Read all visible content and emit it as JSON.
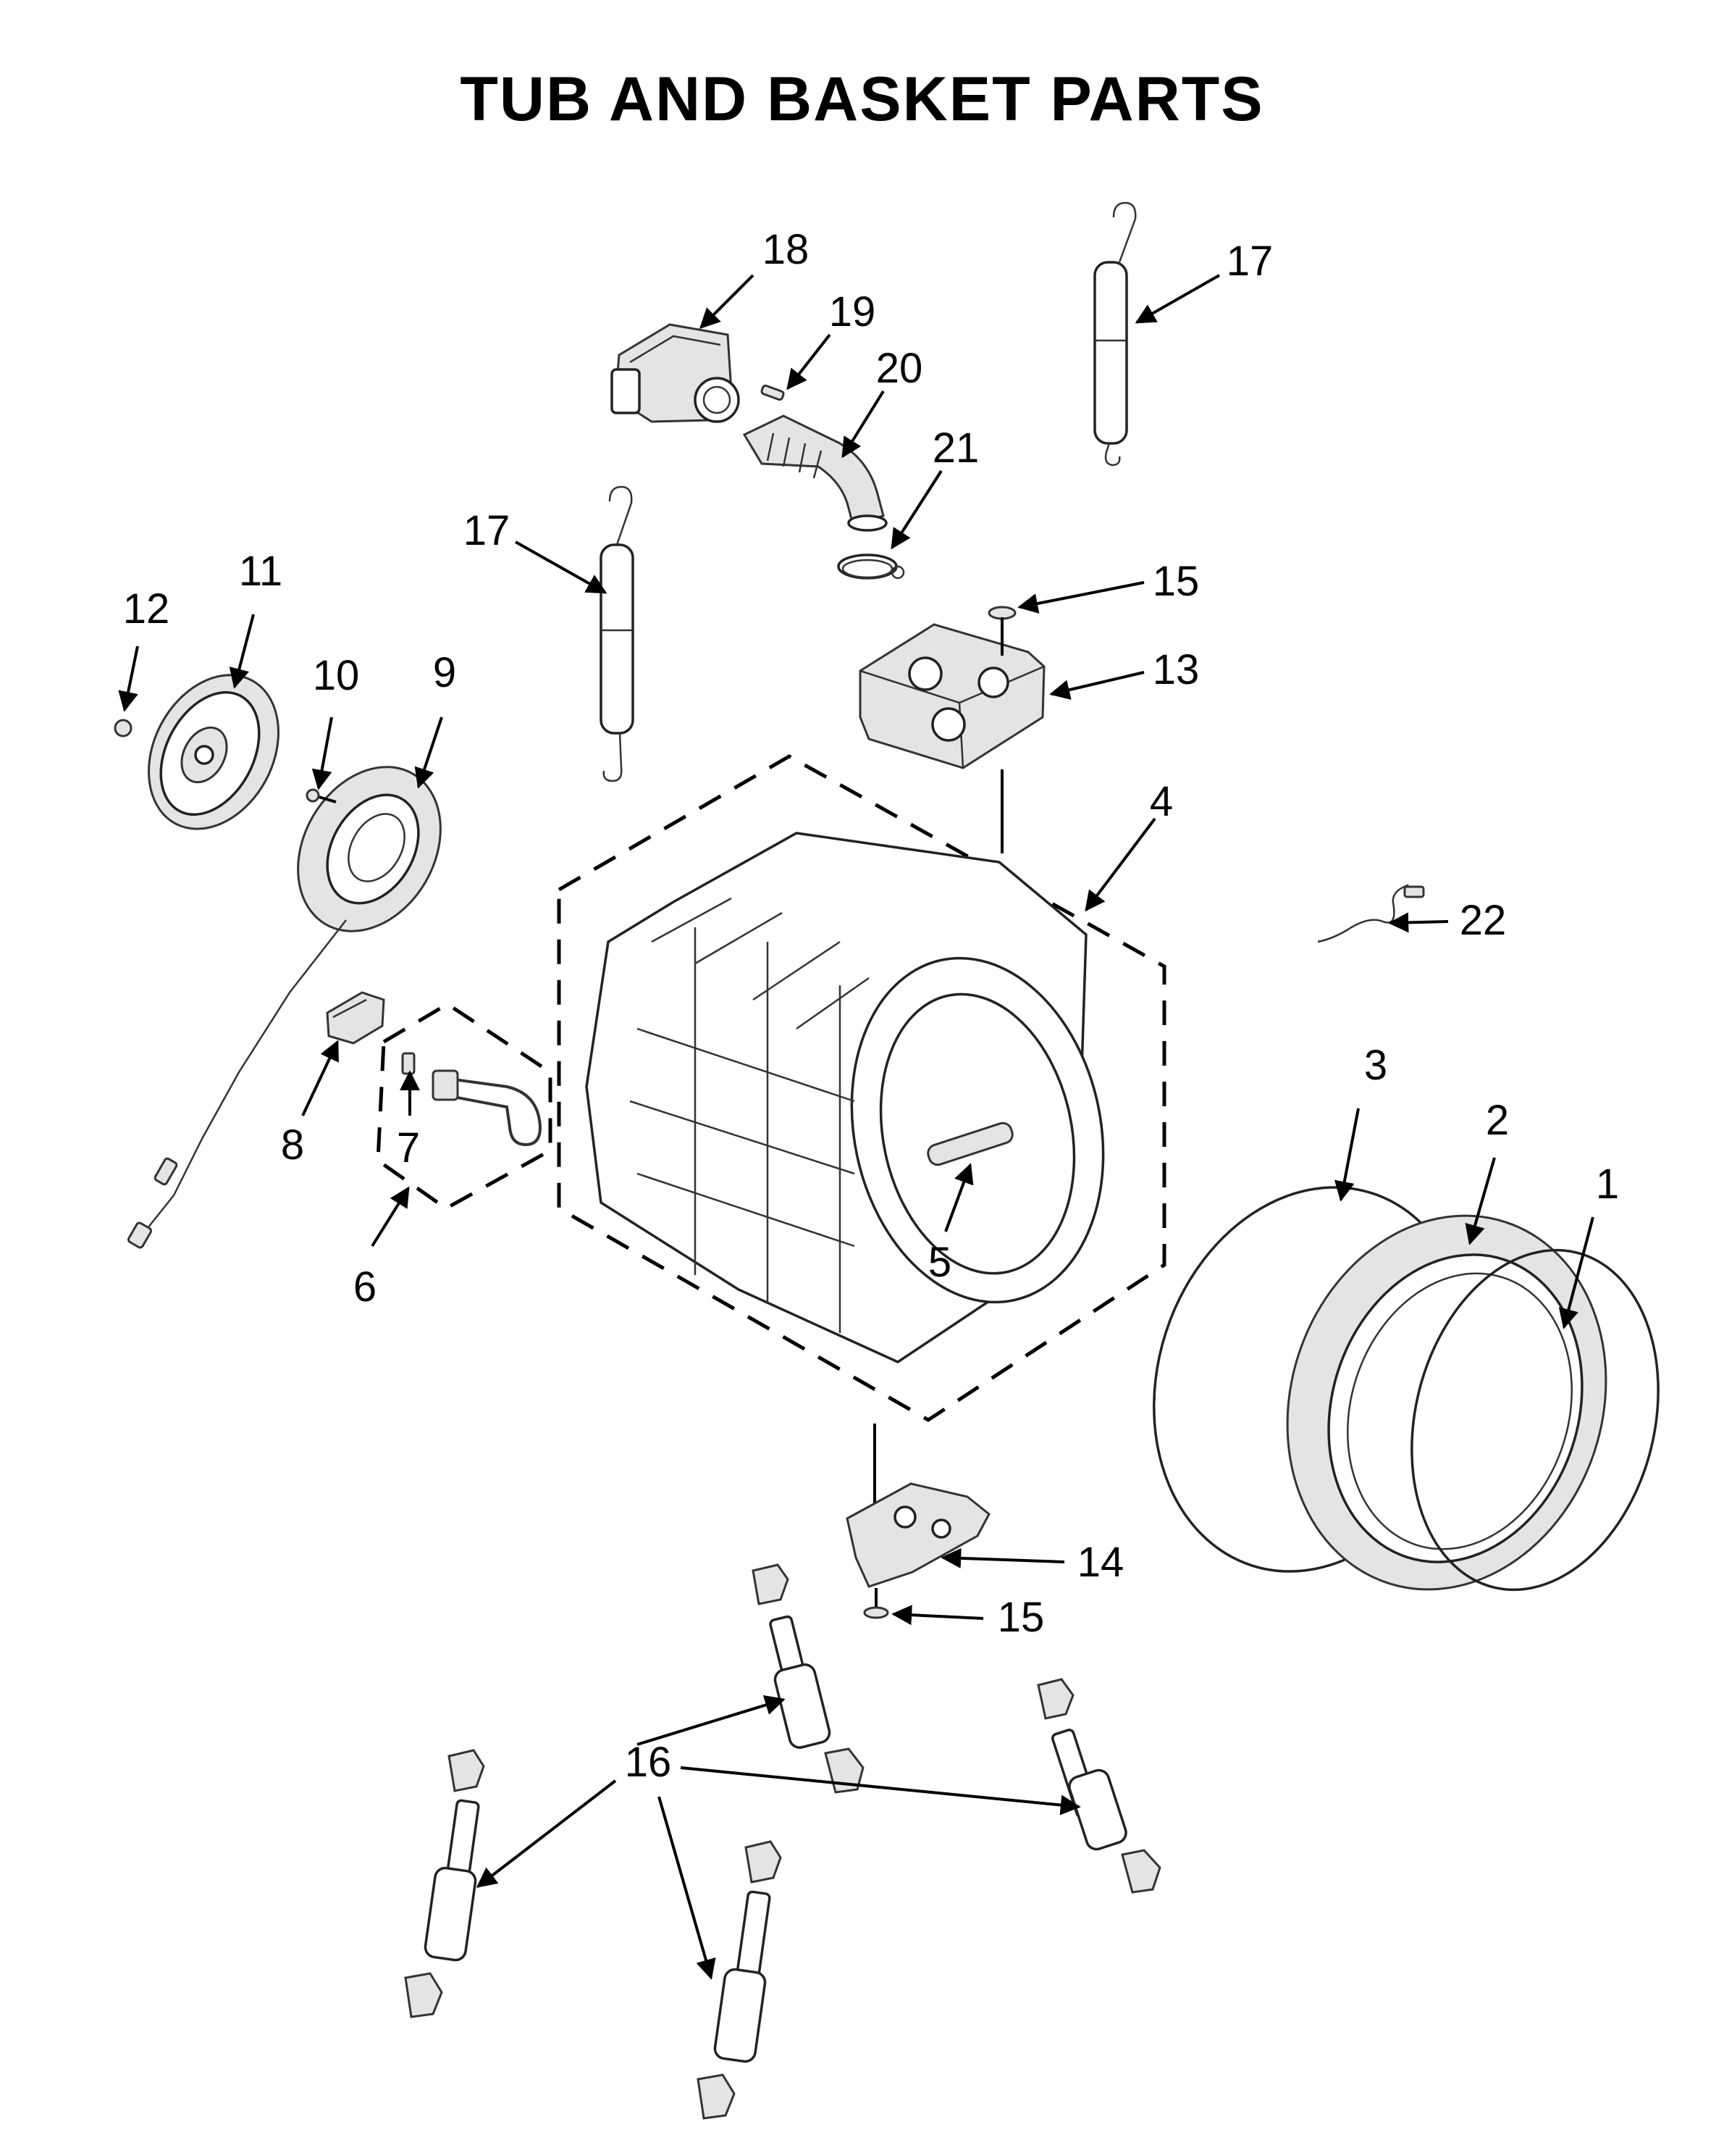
{
  "title": "TUB AND BASKET PARTS",
  "callouts": [
    {
      "id": "c1",
      "text": "1"
    },
    {
      "id": "c2",
      "text": "2"
    },
    {
      "id": "c3",
      "text": "3"
    },
    {
      "id": "c4",
      "text": "4"
    },
    {
      "id": "c5",
      "text": "5"
    },
    {
      "id": "c6",
      "text": "6"
    },
    {
      "id": "c7",
      "text": "7"
    },
    {
      "id": "c8",
      "text": "8"
    },
    {
      "id": "c9",
      "text": "9"
    },
    {
      "id": "c10",
      "text": "10"
    },
    {
      "id": "c11",
      "text": "11"
    },
    {
      "id": "c12",
      "text": "12"
    },
    {
      "id": "c13",
      "text": "13"
    },
    {
      "id": "c14",
      "text": "14"
    },
    {
      "id": "c15a",
      "text": "15"
    },
    {
      "id": "c15b",
      "text": "15"
    },
    {
      "id": "c16",
      "text": "16"
    },
    {
      "id": "c17a",
      "text": "17"
    },
    {
      "id": "c17b",
      "text": "17"
    },
    {
      "id": "c18",
      "text": "18"
    },
    {
      "id": "c19",
      "text": "19"
    },
    {
      "id": "c20",
      "text": "20"
    },
    {
      "id": "c21",
      "text": "21"
    },
    {
      "id": "c22",
      "text": "22"
    }
  ]
}
